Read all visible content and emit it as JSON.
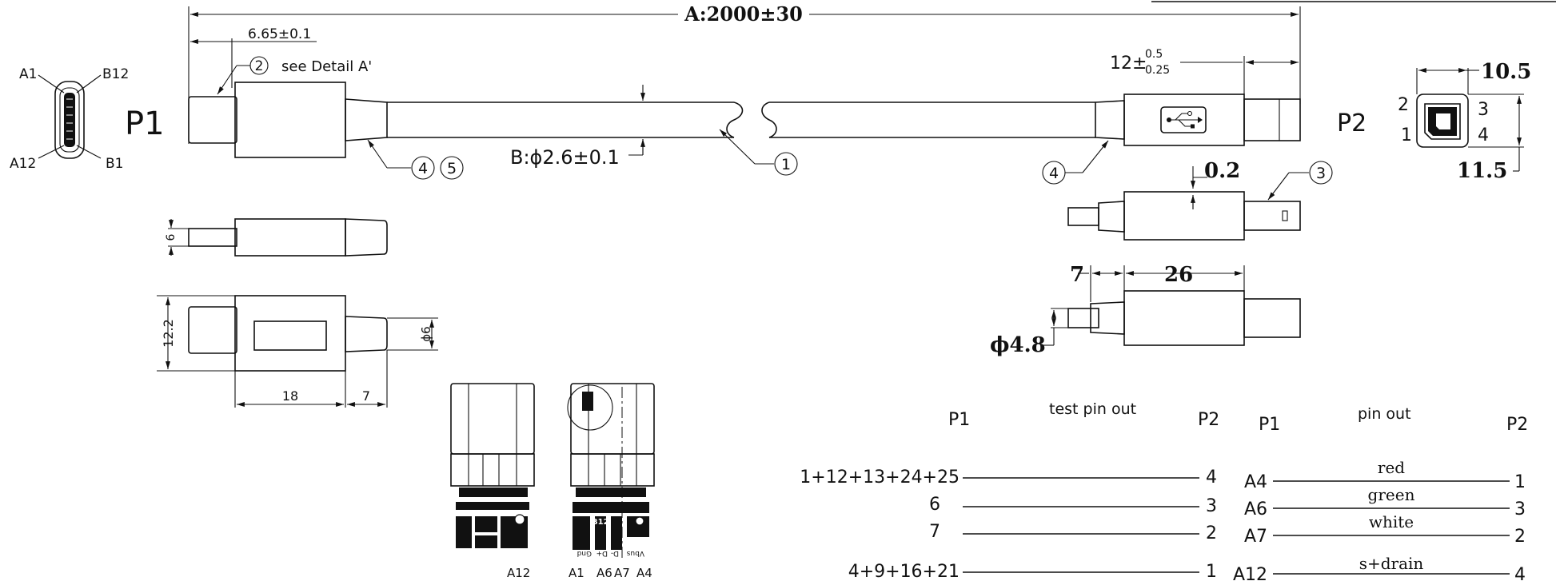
{
  "dims": {
    "length": "A:2000±30",
    "p1_offset": "6.65±0.1",
    "detail_note": "see Detail A'",
    "p2_length": "12±",
    "p2_tol_plus": "0.5",
    "p2_tol_minus": "0.25",
    "cable_dia": "B:ϕ2.6±0.1",
    "thickness_6": "6",
    "height_12_2": "12.2",
    "boot_dia": "ϕ6",
    "len_18": "18",
    "len_7": "7",
    "offset_0_2": "0.2",
    "b_width": "10.5",
    "b_height": "11.5",
    "b_len_7": "7",
    "b_len_26": "26",
    "b_dia": "ϕ4.8"
  },
  "labels": {
    "p1": "P1",
    "p2": "P2",
    "a1": "A1",
    "b12": "B12",
    "a12": "A12",
    "b1": "B1",
    "pin2": "2",
    "pin3": "3",
    "pin1": "1",
    "pin4": "4"
  },
  "callouts": [
    "1",
    "2",
    "3",
    "4",
    "5"
  ],
  "pcb_labels": [
    "A12",
    "A1",
    "A6",
    "A7",
    "A4"
  ],
  "pcb_silk": [
    "Gnd",
    "Vbus",
    "B12",
    "D+",
    "D-"
  ],
  "test_pinout": {
    "title": "test pin out",
    "left_head": "P1",
    "right_head": "P2",
    "rows": [
      {
        "from": "1+12+13+24+25",
        "to": "4"
      },
      {
        "from": "6",
        "to": "3"
      },
      {
        "from": "7",
        "to": "2"
      },
      {
        "from": "4+9+16+21",
        "to": "1"
      }
    ]
  },
  "pinout": {
    "title": "pin out",
    "left_head": "P1",
    "right_head": "P2",
    "rows": [
      {
        "from": "A4",
        "wire": "red",
        "to": "1"
      },
      {
        "from": "A6",
        "wire": "green",
        "to": "3"
      },
      {
        "from": "A7",
        "wire": "white",
        "to": "2"
      },
      {
        "from": "A12",
        "wire": "s+drain",
        "to": "4"
      }
    ]
  }
}
